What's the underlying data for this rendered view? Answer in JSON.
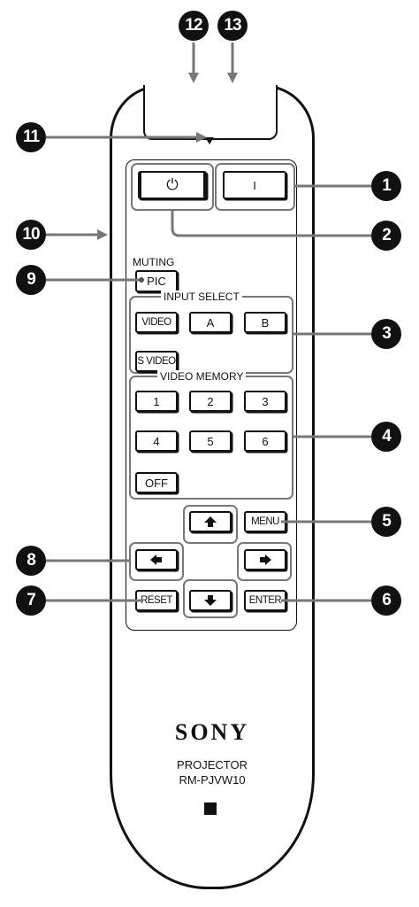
{
  "remote": {
    "brand": "SONY",
    "type_label": "PROJECTOR",
    "model": "RM-PJVW10"
  },
  "power": {
    "standby_symbol": "⏻",
    "on_symbol": "I"
  },
  "muting": {
    "label": "MUTING",
    "pic_label": "PIC"
  },
  "input_select": {
    "label": "INPUT SELECT",
    "buttons": [
      "VIDEO",
      "A",
      "B",
      "S VIDEO"
    ]
  },
  "video_memory": {
    "label": "VIDEO MEMORY",
    "buttons": [
      "1",
      "2",
      "3",
      "4",
      "5",
      "6",
      "OFF"
    ]
  },
  "nav": {
    "menu": "MENU",
    "reset": "RESET",
    "enter": "ENTER",
    "up_icon": "arrow-up-icon",
    "down_icon": "arrow-down-icon",
    "left_icon": "arrow-left-icon",
    "right_icon": "arrow-right-icon"
  },
  "callouts": [
    "1",
    "2",
    "3",
    "4",
    "5",
    "6",
    "7",
    "8",
    "9",
    "10",
    "11",
    "12",
    "13"
  ]
}
